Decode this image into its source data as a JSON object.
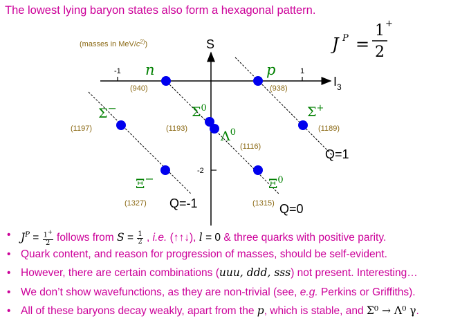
{
  "title": "The lowest lying baryon states also form a hexagonal pattern.",
  "spin_parity": {
    "lhs": "J",
    "sup": "P",
    "eq": "=",
    "num": "1",
    "num_sup": "+",
    "den": "2"
  },
  "diagram": {
    "masses_note_prefix": "(masses in MeV/",
    "masses_note_c": "c",
    "masses_note_suffix": "2)",
    "axes": {
      "s_label": "S",
      "i3_label": "I",
      "i3_sub": "3",
      "tick_minus1": "-1",
      "tick_plus1": "1",
      "tick_minus2": "-2"
    },
    "charge_lines": {
      "q1": "Q=1",
      "q0": "Q=0",
      "qm1": "Q=-1"
    },
    "particles": [
      {
        "name": "n",
        "symbol": "n",
        "mass": "(940)"
      },
      {
        "name": "p",
        "symbol": "p",
        "mass": "(938)"
      },
      {
        "name": "sigma-minus",
        "symbol": "Σ",
        "charge": "−",
        "mass": "(1197)"
      },
      {
        "name": "sigma-zero",
        "symbol": "Σ",
        "charge": "0",
        "mass": "(1193)"
      },
      {
        "name": "lambda-zero",
        "symbol": "Λ",
        "charge": "0",
        "mass": "(1116)"
      },
      {
        "name": "sigma-plus",
        "symbol": "Σ",
        "charge": "+",
        "mass": "(1189)"
      },
      {
        "name": "xi-minus",
        "symbol": "Ξ",
        "charge": "−",
        "mass": "(1327)"
      },
      {
        "name": "xi-zero",
        "symbol": "Ξ",
        "charge": "0",
        "mass": "(1315)"
      }
    ]
  },
  "bullets": {
    "b1": {
      "jp": "J",
      "jp_sup": "P",
      "eq": " = ",
      "num": "1",
      "num_sup": "+",
      "den": "2",
      "t1": " follows from ",
      "s": "S",
      "eq2": " = ",
      "snum": "1",
      "sden": "2",
      "t2": " , ",
      "ie": "i.e.",
      "arrows": " (↑↑↓),  ",
      "l": "l",
      "l_eq": " = 0 ",
      "t3": "& three quarks with positive parity."
    },
    "b2": "Quark content, and reason for progression of masses, should be self-evident.",
    "b3": {
      "t1": "However, there are certain combinations (",
      "combos": "uuu, ddd, sss",
      "t2": ") not present.  Interesting…"
    },
    "b4": {
      "t1": "We don’t show wavefunctions, as they are non-trivial (see, ",
      "eg": "e.g.",
      "t2": " Perkins or Griffiths)."
    },
    "b5": {
      "t1": "All of these baryons decay weakly, apart from the ",
      "p": "p",
      "t2": ", which is stable, and ",
      "decay": "Σ⁰ → Λ⁰ γ",
      "t3": "."
    }
  },
  "colors": {
    "title": "#cc0099",
    "particle": "#0000ee",
    "symbol": "#008000",
    "mass": "#8B6914",
    "axis": "#000000"
  }
}
